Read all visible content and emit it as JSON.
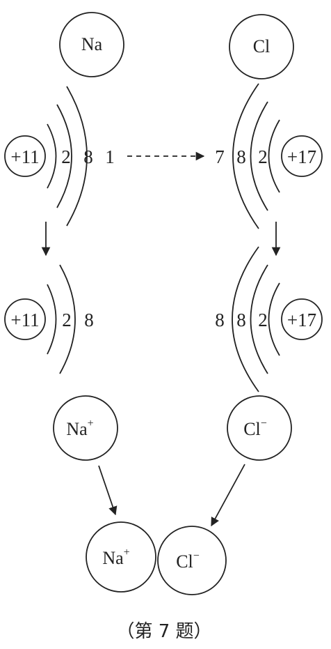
{
  "atoms": {
    "na_label": "Na",
    "cl_label": "Cl",
    "na_ion_label": "Na",
    "cl_ion_label": "Cl",
    "plus_sign": "+",
    "minus_sign": "−"
  },
  "na_atom_shells": {
    "nucleus": "+11",
    "electrons": [
      "2",
      "8",
      "1"
    ]
  },
  "cl_atom_shells": {
    "nucleus": "+17",
    "electrons": [
      "7",
      "8",
      "2"
    ]
  },
  "na_ion_shells": {
    "nucleus": "+11",
    "electrons": [
      "2",
      "8"
    ]
  },
  "cl_ion_shells": {
    "nucleus": "+17",
    "electrons": [
      "8",
      "8",
      "2"
    ]
  },
  "caption": "（第 7 题）",
  "colors": {
    "stroke": "#222222",
    "background": "#ffffff"
  }
}
